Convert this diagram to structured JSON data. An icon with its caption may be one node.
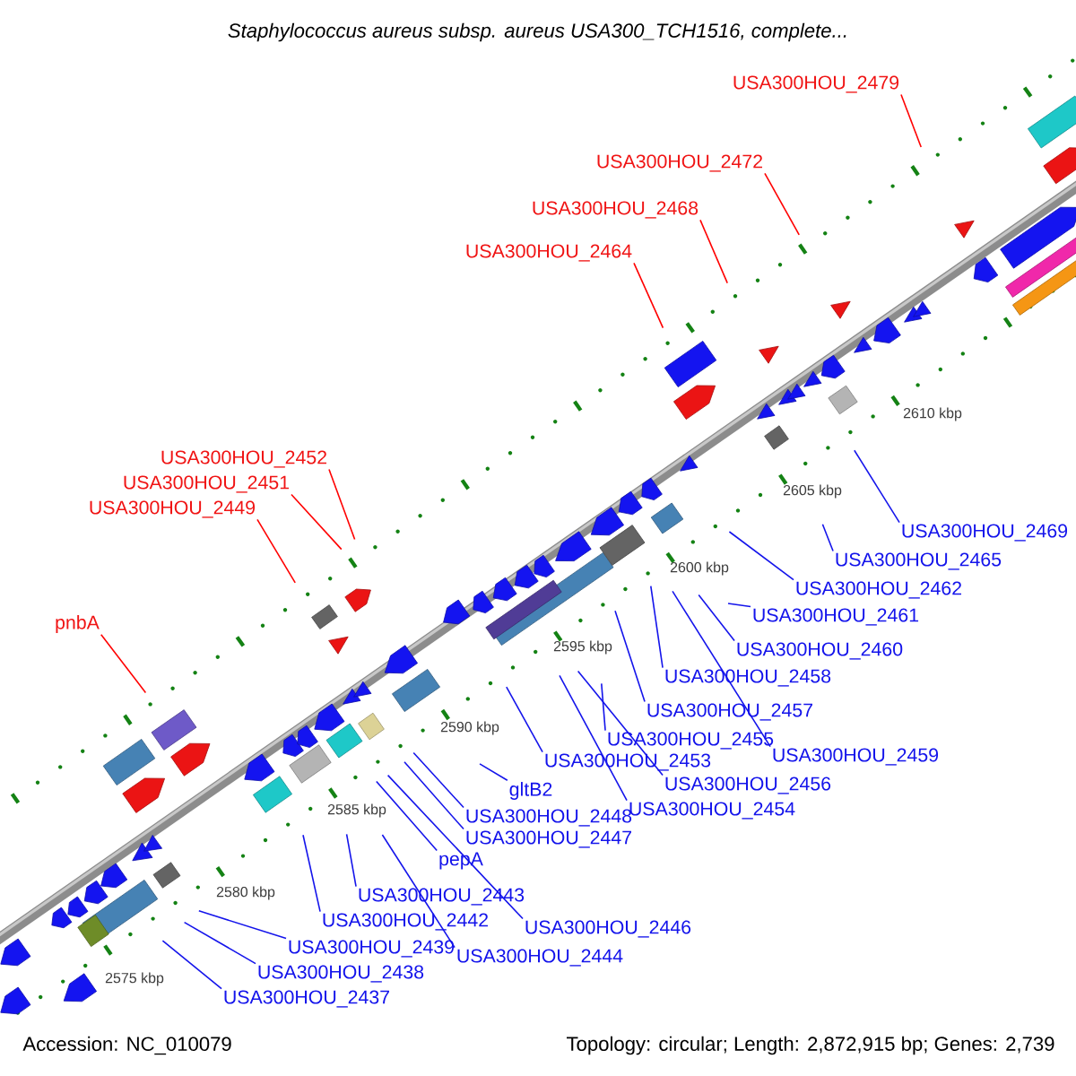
{
  "diagram": {
    "title": "Staphylococcus aureus subsp. aureus USA300_TCH1516, complete...",
    "nodes": [
      {
        "text": [
          "USA300HOU_2479"
        ]
      },
      {
        "text": [
          "USA300HOU_2472"
        ]
      },
      {
        "text": [
          "USA300HOU_2468"
        ]
      },
      {
        "text": [
          "USA300HOU_2464"
        ]
      },
      {
        "text": [
          "USA300HOU_2452"
        ]
      },
      {
        "text": [
          "USA300HOU_2451"
        ]
      },
      {
        "text": [
          "USA300HOU_2449"
        ]
      },
      {
        "text": [
          "pnbA"
        ]
      },
      {
        "text": [
          "USA300HOU_2469"
        ]
      },
      {
        "text": [
          "USA300HOU_2465"
        ]
      },
      {
        "text": [
          "USA300HOU_2462"
        ]
      },
      {
        "text": [
          "USA300HOU_2461"
        ]
      },
      {
        "text": [
          "USA300HOU_2460"
        ]
      },
      {
        "text": [
          "USA300HOU_2458"
        ]
      },
      {
        "text": [
          "USA300HOU_2457"
        ]
      },
      {
        "text": [
          "USA300HOU_2455"
        ]
      },
      {
        "text": [
          "USA300HOU_2459"
        ]
      },
      {
        "text": [
          "USA300HOU_2453"
        ]
      },
      {
        "text": [
          "USA300HOU_2456"
        ]
      },
      {
        "text": [
          "gltB2"
        ]
      },
      {
        "text": [
          "USA300HOU_2454"
        ]
      },
      {
        "text": [
          "USA300HOU_2448"
        ]
      },
      {
        "text": [
          "USA300HOU_2447"
        ]
      },
      {
        "text": [
          "pepA"
        ]
      },
      {
        "text": [
          "USA300HOU_2443"
        ]
      },
      {
        "text": [
          "USA300HOU_2442"
        ]
      },
      {
        "text": [
          "USA300HOU_2446"
        ]
      },
      {
        "text": [
          "USA300HOU_2439"
        ]
      },
      {
        "text": [
          "USA300HOU_2444"
        ]
      },
      {
        "text": [
          "USA300HOU_2438"
        ]
      },
      {
        "text": [
          "USA300HOU_2437"
        ]
      }
    ],
    "edges": [
      {
        "from": 0,
        "to": null,
        "arrow": "none",
        "color": "#ff0000"
      },
      {
        "from": 1,
        "to": null,
        "arrow": "none",
        "color": "#ff0000"
      },
      {
        "from": 2,
        "to": null,
        "arrow": "none",
        "color": "#ff0000"
      },
      {
        "from": 3,
        "to": null,
        "arrow": "none",
        "color": "#ff0000"
      },
      {
        "from": 4,
        "to": null,
        "arrow": "none",
        "color": "#ff0000"
      },
      {
        "from": 5,
        "to": null,
        "arrow": "none",
        "color": "#ff0000"
      },
      {
        "from": 6,
        "to": null,
        "arrow": "none",
        "color": "#ff0000"
      },
      {
        "from": 7,
        "to": null,
        "arrow": "none",
        "color": "#ff0000"
      },
      {
        "from": 8,
        "to": null,
        "arrow": "none"
      },
      {
        "from": 9,
        "to": null,
        "arrow": "none"
      },
      {
        "from": 10,
        "to": null,
        "arrow": "none"
      },
      {
        "from": 11,
        "to": null,
        "arrow": "none"
      },
      {
        "from": 12,
        "to": null,
        "arrow": "none"
      },
      {
        "from": 13,
        "to": null,
        "arrow": "none"
      },
      {
        "from": 14,
        "to": null,
        "arrow": "none"
      },
      {
        "from": 15,
        "to": null,
        "arrow": "none"
      },
      {
        "from": 16,
        "to": null,
        "arrow": "none"
      },
      {
        "from": 17,
        "to": null,
        "arrow": "none"
      },
      {
        "from": 18,
        "to": null,
        "arrow": "none"
      },
      {
        "from": 19,
        "to": null,
        "arrow": "none"
      },
      {
        "from": 20,
        "to": null,
        "arrow": "none"
      },
      {
        "from": 21,
        "to": null,
        "arrow": "none"
      },
      {
        "from": 22,
        "to": null,
        "arrow": "none"
      },
      {
        "from": 23,
        "to": null,
        "arrow": "none"
      },
      {
        "from": 24,
        "to": null,
        "arrow": "none"
      },
      {
        "from": 25,
        "to": null,
        "arrow": "none"
      },
      {
        "from": 26,
        "to": null,
        "arrow": "none"
      },
      {
        "from": 27,
        "to": null,
        "arrow": "none"
      },
      {
        "from": 28,
        "to": null,
        "arrow": "none"
      },
      {
        "from": 29,
        "to": null,
        "arrow": "none"
      },
      {
        "from": 30,
        "to": null,
        "arrow": "none"
      }
    ],
    "labels": [
      "2610 kbp",
      "2605 kbp",
      "2600 kbp",
      "2595 kbp",
      "2590 kbp",
      "2585 kbp",
      "2580 kbp",
      "2575 kbp",
      "Accession: NC_010079",
      "Topology: circular; Length: 2,872,915 bp; Genes: 2,739"
    ]
  }
}
